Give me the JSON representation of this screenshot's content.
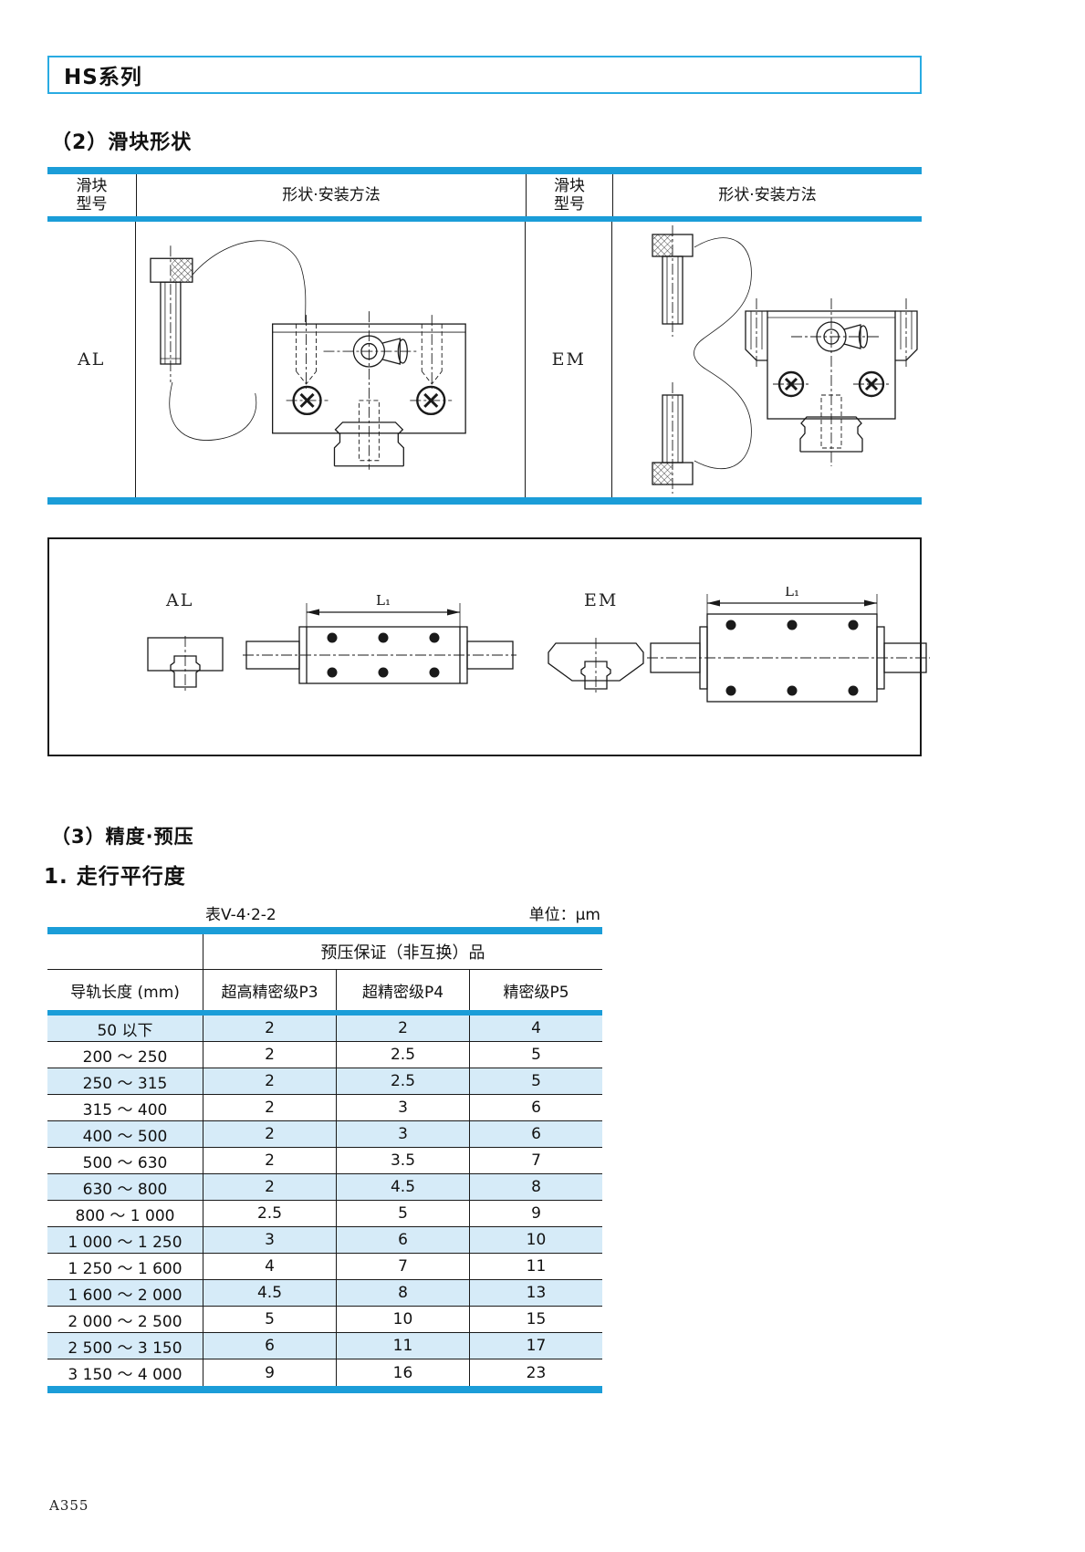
{
  "page": {
    "series_label": "HS系列",
    "page_number": "A355"
  },
  "shape_section": {
    "heading": "（2）滑块形状",
    "table": {
      "model_header_line1": "滑块",
      "model_header_line2": "型号",
      "shape_header": "形状·安装方法",
      "models": {
        "left": "AL",
        "right": "EM"
      }
    },
    "figure": {
      "left_label": "AL",
      "right_label": "EM",
      "dim_label": "L₁"
    }
  },
  "precision_section": {
    "heading": "（3）精度·预压",
    "subheading": "1. 走行平行度",
    "table_caption": "表V-4·2-2",
    "unit_label": "单位：μm",
    "table": {
      "group_header": "预压保证（非互换）品",
      "col_headers": [
        "导轨长度 (mm)",
        "超高精密级P3",
        "超精密级P4",
        "精密级P5"
      ],
      "rows": [
        [
          "50 以下",
          "2",
          "2",
          "4"
        ],
        [
          "200 ～ 250",
          "2",
          "2.5",
          "5"
        ],
        [
          "250 ～ 315",
          "2",
          "2.5",
          "5"
        ],
        [
          "315 ～ 400",
          "2",
          "3",
          "6"
        ],
        [
          "400 ～ 500",
          "2",
          "3",
          "6"
        ],
        [
          "500 ～ 630",
          "2",
          "3.5",
          "7"
        ],
        [
          "630 ～ 800",
          "2",
          "4.5",
          "8"
        ],
        [
          "800 ～ 1 000",
          "2.5",
          "5",
          "9"
        ],
        [
          "1 000 ～ 1 250",
          "3",
          "6",
          "10"
        ],
        [
          "1 250 ～ 1 600",
          "4",
          "7",
          "11"
        ],
        [
          "1 600 ～ 2 000",
          "4.5",
          "8",
          "13"
        ],
        [
          "2 000 ～ 2 500",
          "5",
          "10",
          "15"
        ],
        [
          "2 500 ～ 3 150",
          "6",
          "11",
          "17"
        ],
        [
          "3 150 ～ 4 000",
          "9",
          "16",
          "23"
        ]
      ]
    }
  },
  "colors": {
    "accent_cyan": "#1B9DD8",
    "row_highlight": "#D6EBF8",
    "hs_box_border": "#29ABE2"
  }
}
